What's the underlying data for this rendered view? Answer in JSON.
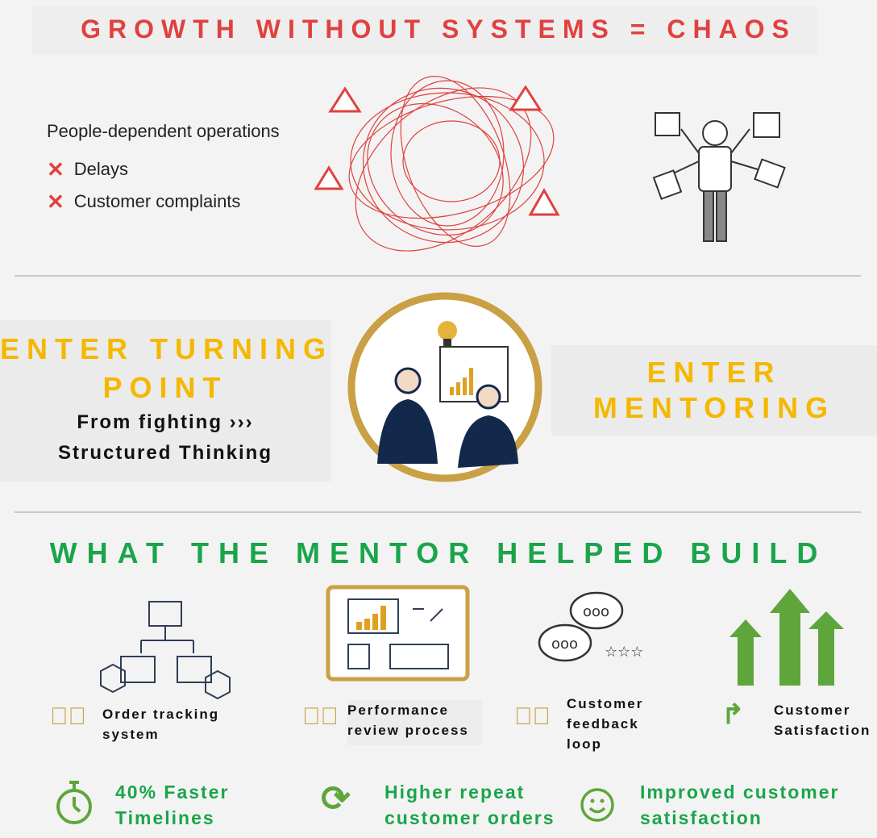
{
  "header": {
    "title": "GROWTH WITHOUT SYSTEMS = CHAOS"
  },
  "problems": {
    "heading": "People-dependent operations",
    "items": [
      "Delays",
      "Customer complaints"
    ]
  },
  "turning_point": {
    "title_line1": "ENTER TURNING",
    "title_line2": "POINT",
    "sub_line1": "From fighting ›››",
    "sub_line2": "Structured Thinking"
  },
  "mentoring": {
    "line1": "ENTER",
    "line2": "MENTORING"
  },
  "build": {
    "title": "WHAT THE MENTOR HELPED BUILD",
    "items": [
      {
        "line1": "Order tracking",
        "line2": "system"
      },
      {
        "line1": "Performance",
        "line2": "review process"
      },
      {
        "line1": "Customer",
        "line2": "feedback",
        "line3": "loop"
      },
      {
        "line1": "Customer",
        "line2": "Satisfaction"
      }
    ]
  },
  "outcomes": [
    {
      "line1": "40% Faster",
      "line2": "Timelines"
    },
    {
      "line1": "Higher repeat",
      "line2": "customer orders"
    },
    {
      "line1": "Improved customer",
      "line2": "satisfaction"
    }
  ],
  "colors": {
    "red": "#e0413f",
    "gold": "#f5b800",
    "green": "#1aa54a",
    "ring": "#c9a043",
    "navy": "#13294b"
  }
}
